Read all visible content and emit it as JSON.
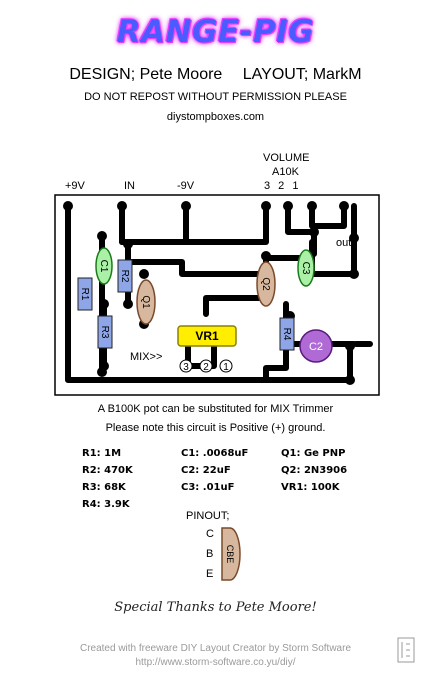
{
  "title": "RANGE-PIG",
  "credit": {
    "design": "DESIGN; Pete Moore",
    "layout": "LAYOUT; MarkM"
  },
  "notice": "DO NOT REPOST WITHOUT PERMISSION PLEASE",
  "site": "diystompboxes.com",
  "volume": {
    "label": "VOLUME",
    "value": "A10K",
    "pins": "3 2 1"
  },
  "connectors": {
    "plus9v": "+9V",
    "in": "IN",
    "minus9v": "-9V",
    "out": "out"
  },
  "board_labels": {
    "c1": "C1",
    "r2": "R2",
    "r1": "R1",
    "q1": "Q1",
    "r3": "R3",
    "vr1": "VR1",
    "q2": "Q2",
    "c3": "C3",
    "r4": "R4",
    "c2": "C2",
    "mix": "MIX>>",
    "pin3": "3",
    "pin2": "2",
    "pin1": "1"
  },
  "notes": {
    "pot": "A B100K pot can be substituted for MIX Trimmer",
    "ground": "Please note this circuit is Positive (+) ground."
  },
  "bom": {
    "col1": [
      "R1: 1M",
      "R2: 470K",
      "R3: 68K",
      "R4: 3.9K"
    ],
    "col2": [
      "C1: .0068uF",
      "C2: 22uF",
      "C3: .01uF"
    ],
    "col3": [
      "Q1: Ge PNP",
      "Q2: 2N3906",
      "VR1: 100K"
    ]
  },
  "pinout": {
    "label": "PINOUT;",
    "c": "C",
    "b": "B",
    "e": "E",
    "body": "CBE"
  },
  "thanks": "Special Thanks to Pete Moore!",
  "footer": {
    "line1": "Created with freeware DIY Layout Creator by Storm Software",
    "line2": "http://www.storm-software.co.yu/diy/"
  },
  "colors": {
    "title": "#4a5cff",
    "title_glow": "#ff44ff",
    "vr1": "#ffee00",
    "resistor": "#8ea6e8",
    "capacitor": "#aaf0a6",
    "electrolytic": "#b06ad6"
  }
}
